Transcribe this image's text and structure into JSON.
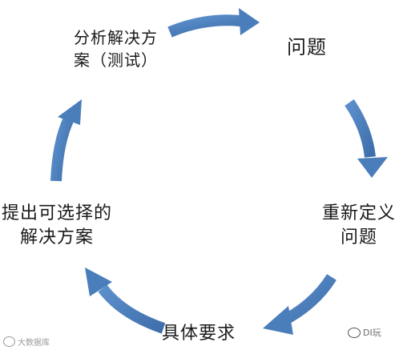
{
  "diagram": {
    "nodes": [
      {
        "id": "analyze",
        "lines": [
          "分析解决方",
          "案（测试）"
        ]
      },
      {
        "id": "problem",
        "lines": [
          "问题"
        ]
      },
      {
        "id": "redefine",
        "lines": [
          "重新定义",
          "问题"
        ]
      },
      {
        "id": "requirements",
        "lines": [
          "具体要求"
        ]
      },
      {
        "id": "propose",
        "lines": [
          "提出可选择的",
          "解决方案"
        ]
      }
    ],
    "edges": [
      {
        "from": "analyze",
        "to": "problem"
      },
      {
        "from": "problem",
        "to": "redefine"
      },
      {
        "from": "redefine",
        "to": "requirements"
      },
      {
        "from": "requirements",
        "to": "propose"
      },
      {
        "from": "propose",
        "to": "analyze"
      }
    ],
    "arrow_color": "#4a7ebb"
  },
  "watermarks": {
    "left": "大数据库",
    "right": "DI玩"
  }
}
